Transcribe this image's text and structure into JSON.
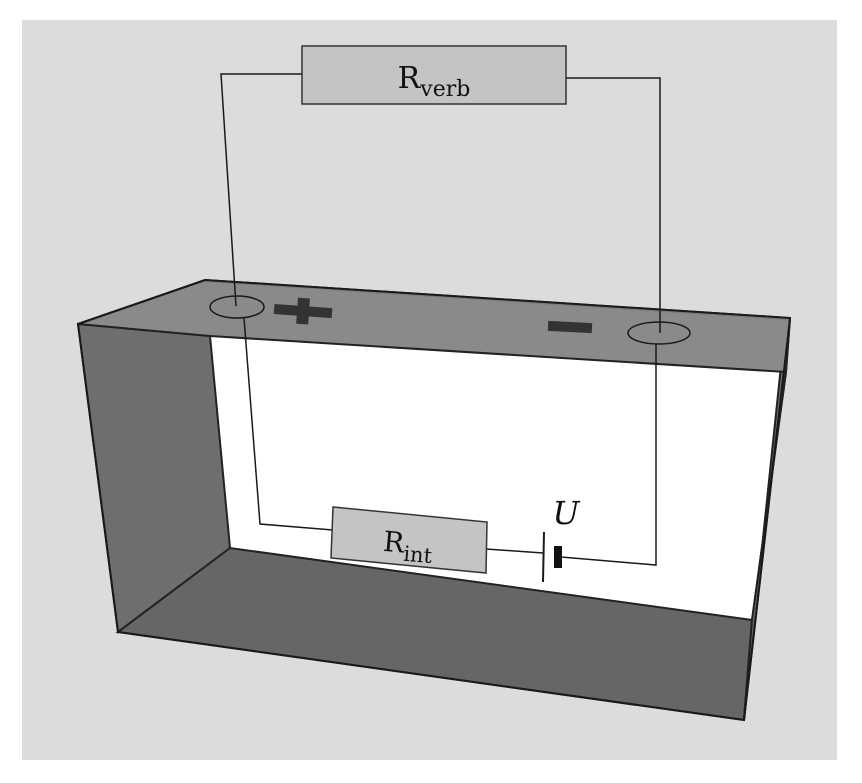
{
  "diagram": {
    "external_resistor": {
      "main": "R",
      "sub": "verb"
    },
    "internal_resistor": {
      "main": "R",
      "sub": "int"
    },
    "voltage_label": "U",
    "positive_symbol": "+",
    "negative_symbol": "−"
  },
  "colors": {
    "background": "#dcdcdc",
    "box_fill": "#6e6e6e",
    "box_top": "#8a8a8a",
    "interior": "#ffffff",
    "resistor_fill": "#c4c4c4",
    "wire": "#1a1a1a"
  }
}
